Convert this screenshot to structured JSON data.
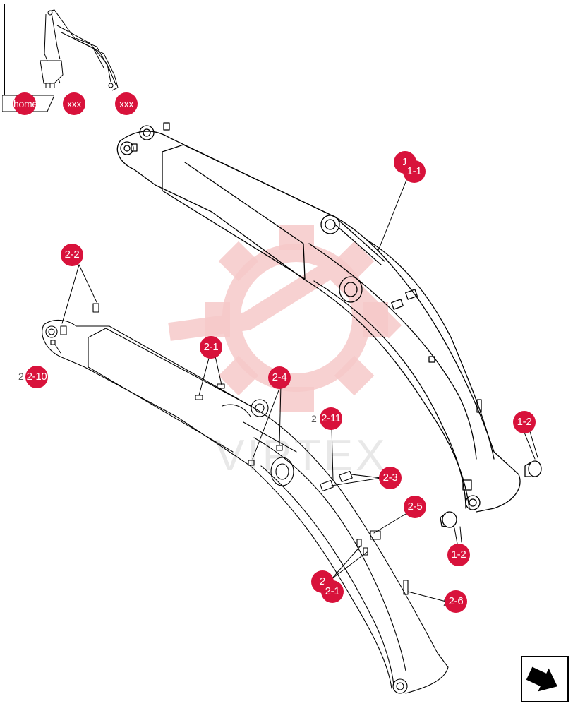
{
  "thumbnail": {
    "nav": [
      {
        "key": "home",
        "label": "home"
      },
      {
        "key": "xxx1",
        "label": "xxx"
      },
      {
        "key": "xxx2",
        "label": "xxx"
      }
    ]
  },
  "watermark": {
    "text": "VIPTEX"
  },
  "callouts": [
    {
      "key": "c1",
      "label": "1"
    },
    {
      "key": "c1-1",
      "label": "1-1"
    },
    {
      "key": "c1-2a",
      "label": "1-2"
    },
    {
      "key": "c1-2b",
      "label": "1-2"
    },
    {
      "key": "c2-2",
      "label": "2-2"
    },
    {
      "key": "c2-10",
      "label": "2-10"
    },
    {
      "key": "c2-1a",
      "label": "2-1"
    },
    {
      "key": "c2-4",
      "label": "2-4"
    },
    {
      "key": "c2-11",
      "label": "2-11"
    },
    {
      "key": "c2-3",
      "label": "2-3"
    },
    {
      "key": "c2-5",
      "label": "2-5"
    },
    {
      "key": "c2",
      "label": "2"
    },
    {
      "key": "c2-1b",
      "label": "2-1"
    },
    {
      "key": "c2-6",
      "label": "2-6"
    }
  ],
  "ghost_labels": [
    {
      "key": "g2-10",
      "label": "2"
    },
    {
      "key": "g2-11",
      "label": "2"
    },
    {
      "key": "g2-5",
      "label": "2"
    },
    {
      "key": "g2-1b",
      "label": "2"
    },
    {
      "key": "g2-6",
      "label": "2"
    }
  ],
  "icons": {
    "next": "next-arrow-icon",
    "watermark": "gear-watermark-icon"
  },
  "colors": {
    "badge": "#d8123b",
    "watermark": "#f6c9c9",
    "lineart": "#000000"
  }
}
